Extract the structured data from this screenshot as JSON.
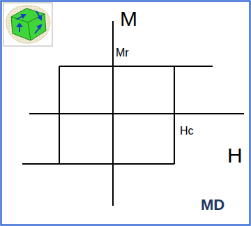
{
  "diagram": {
    "labels": [
      "M",
      "Mr",
      "Hc",
      "H",
      "MD"
    ]
  }
}
